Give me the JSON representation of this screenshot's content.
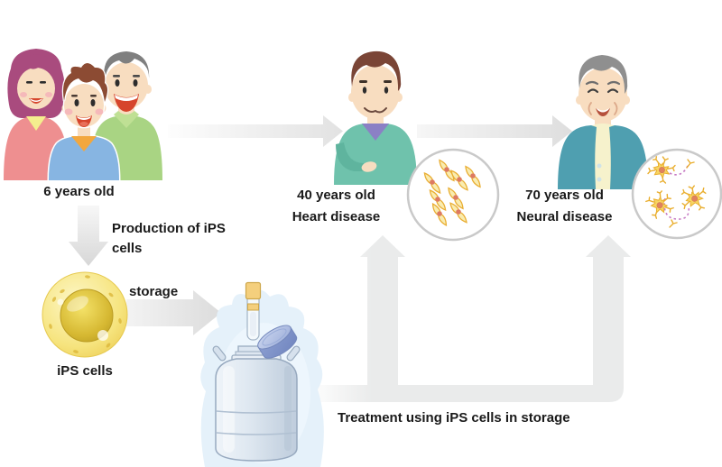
{
  "diagram": {
    "child": {
      "age": "6 years old"
    },
    "production": {
      "label": "Production of iPS cells"
    },
    "ips_cell": {
      "label": "iPS cells"
    },
    "storage": {
      "label": "storage"
    },
    "patient_heart": {
      "age": "40 years old",
      "disease": "Heart disease"
    },
    "patient_neural": {
      "age": "70 years old",
      "disease": "Neural disease"
    },
    "treatment": {
      "label": "Treatment using iPS cells in storage"
    }
  },
  "icons": {
    "family": "family-illustration",
    "man_40": "adult-man-illustration",
    "man_70": "elderly-man-illustration",
    "ips_cell": "ips-cell-illustration",
    "cryo_tank": "cryogenic-storage-tank-illustration",
    "heart_cells": "cardiac-cells-circle",
    "neural_cells": "neuron-cells-circle",
    "arrows": [
      "right-arrow",
      "down-arrow",
      "storage-arrow",
      "treatment-path-arrow"
    ]
  },
  "colors": {
    "background": "#ffffff",
    "text": "#1a1a1a",
    "arrow_gray": "#e3e3e3",
    "treatment_path_gray": "#eaebeb",
    "ips_cell_yellow": "#efd35a",
    "ips_cell_core": "#c9ab28",
    "vapor_blue": "#e5f1fa",
    "tank_body_blue": "#dde6ef",
    "tank_lid_blue": "#8b9ed1",
    "sweater_teal_40": "#6fc2ac",
    "vneck_purple": "#8b80c5",
    "cardigan_teal_70": "#4f9fb0",
    "shirt_green_father": "#a9d483",
    "top_pink_mother": "#ee8f90",
    "collar_yellow_mother": "#f4ee8e",
    "sweater_blue_boy": "#87b5e2",
    "collar_orange_boy": "#f2a73e",
    "cell_circle_border": "#c9c9c9",
    "cardiac_cell_yellow": "#f9ecb0",
    "neuron_yellow": "#f7d563",
    "nucleus_orange": "#dd7a62",
    "synapse_purple": "#c77bc4"
  }
}
